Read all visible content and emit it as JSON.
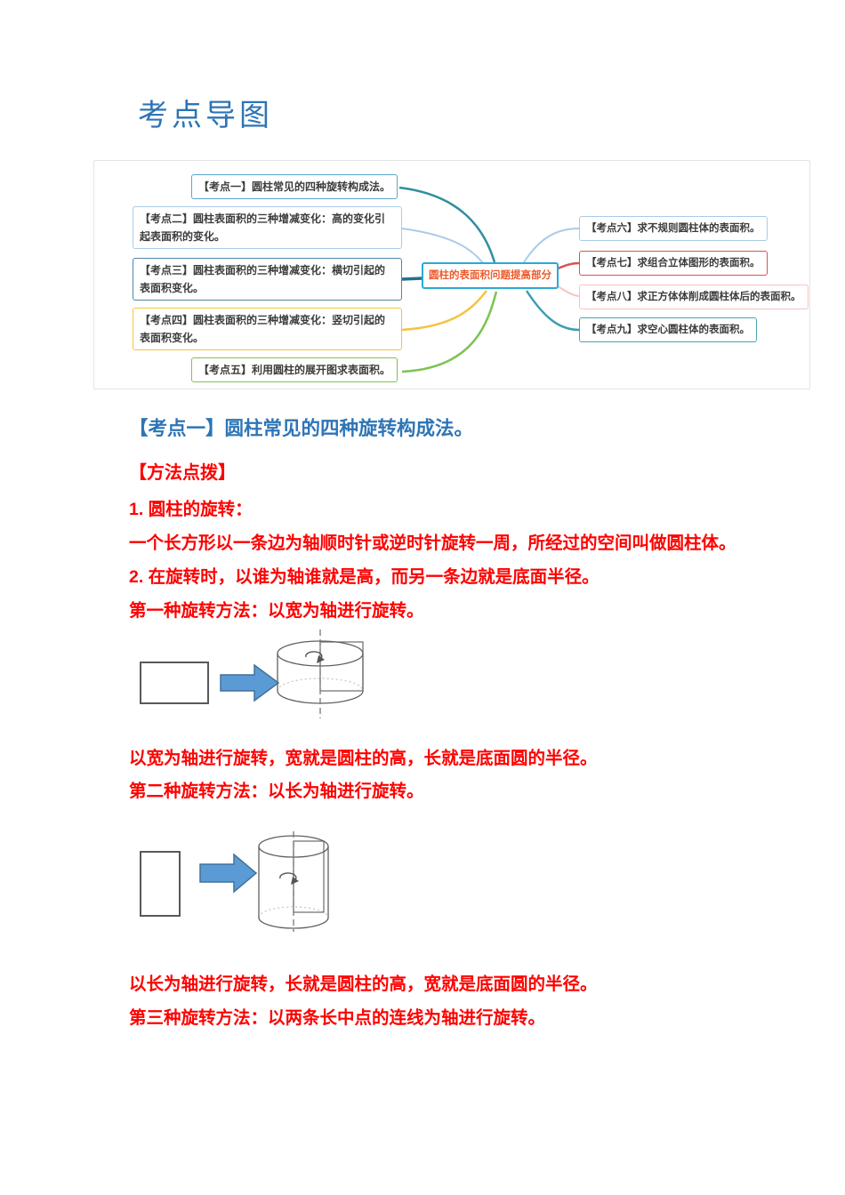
{
  "page_title": "考点导图",
  "colors": {
    "title_blue": "#2E74B5",
    "heading_blue": "#2E75B6",
    "body_red": "#FF0000",
    "arrow_fill": "#5B9BD5",
    "arrow_stroke": "#41719C",
    "center_border": "#29ABD4",
    "center_text": "#ED5A2B"
  },
  "mindmap": {
    "center_label": "圆柱的表面积问题提高部分",
    "left_nodes": [
      {
        "label": "【考点一】圆柱常见的四种旋转构成法。",
        "border": "#5AA7CB",
        "line": "#2F8FA0"
      },
      {
        "label": "【考点二】圆柱表面积的三种增减变化：高的变化引起表面积的变化。",
        "border": "#AACBE9",
        "line": "#AACBE9"
      },
      {
        "label": "【考点三】圆柱表面积的三种增减变化：横切引起的表面积变化。",
        "border": "#4E87A9",
        "line": "#246F8E"
      },
      {
        "label": "【考点四】圆柱表面积的三种增减变化：竖切引起的表面积变化。",
        "border": "#F5C342",
        "line": "#F5C342"
      },
      {
        "label": "【考点五】利用圆柱的展开图求表面积。",
        "border": "#7CC351",
        "line": "#7CC351"
      }
    ],
    "right_nodes": [
      {
        "label": "【考点六】求不规则圆柱体的表面积。",
        "border": "#AACBE9",
        "line": "#AACBE9"
      },
      {
        "label": "【考点七】求组合立体图形的表面积。",
        "border": "#D9534F",
        "line": "#D9534F"
      },
      {
        "label": "【考点八】求正方体体削成圆柱体后的表面积。",
        "border": "#F4C3C3",
        "line": "#F4C3C3"
      },
      {
        "label": "【考点九】求空心圆柱体的表面积。",
        "border": "#4AA5B5",
        "line": "#3D9DB3"
      }
    ]
  },
  "section": {
    "heading": "【考点一】圆柱常见的四种旋转构成法。",
    "method_tag": "【方法点拨】",
    "para1_num": "1. 圆柱的旋转：",
    "para1_body": "一个长方形以一条边为轴顺时针或逆时针旋转一周，所经过的空间叫做圆柱体。",
    "para2": "2. 在旋转时，以谁为轴谁就是高，而另一条边就是底面半径。",
    "method1": "第一种旋转方法：以宽为轴进行旋转。",
    "explain1": "以宽为轴进行旋转，宽就是圆柱的高，长就是底面圆的半径。",
    "method2": "第二种旋转方法：以长为轴进行旋转。",
    "explain2": "以长为轴进行旋转，长就是圆柱的高，宽就是底面圆的半径。",
    "method3": "第三种旋转方法：以两条长中点的连线为轴进行旋转。"
  }
}
